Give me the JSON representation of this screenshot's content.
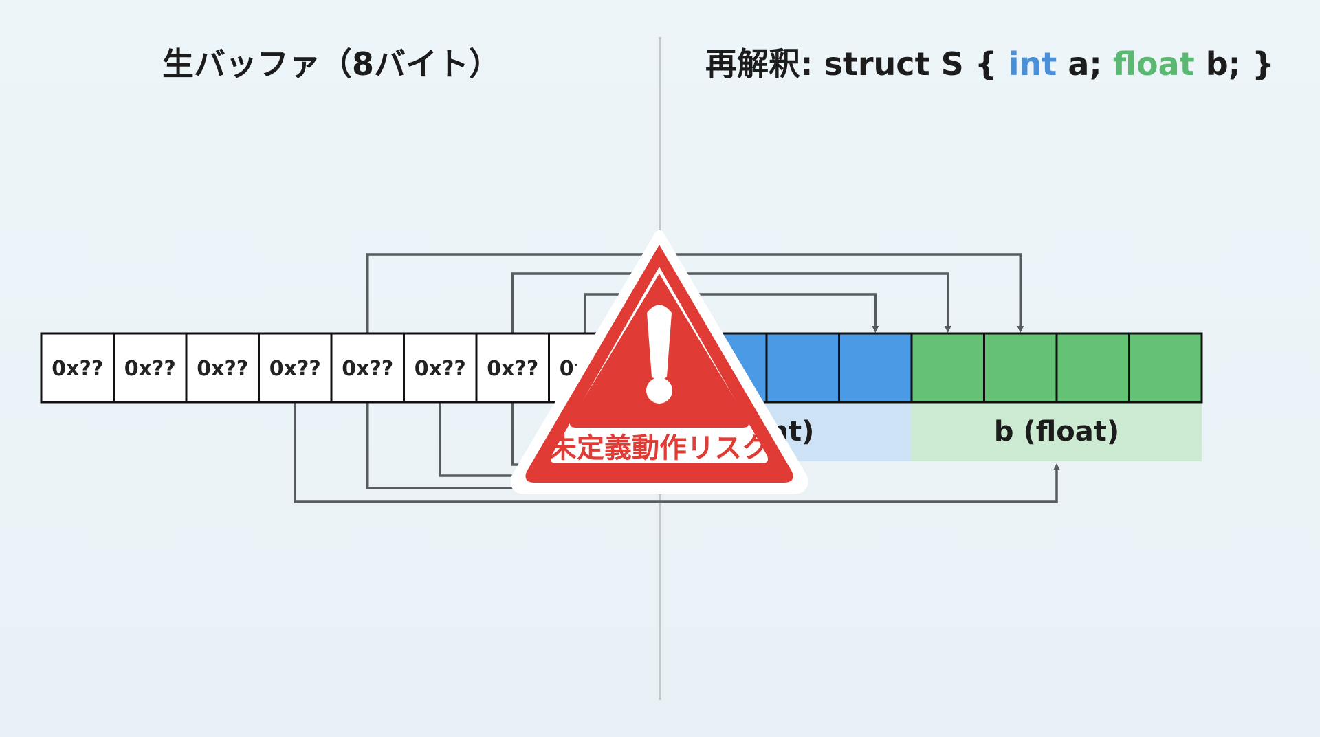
{
  "left_panel": {
    "title": "生バッファ（8バイト）",
    "cell_values": [
      "0x??",
      "0x??",
      "0x??",
      "0x??",
      "0x??",
      "0x??",
      "0x??",
      "0x??"
    ]
  },
  "right_panel": {
    "title_tokens": [
      {
        "text": "再解釈:",
        "kind": "plain"
      },
      {
        "text": "struct",
        "kind": "plain"
      },
      {
        "text": "S",
        "kind": "plain"
      },
      {
        "text": "{",
        "kind": "plain"
      },
      {
        "text": "int",
        "kind": "type-int"
      },
      {
        "text": "a;",
        "kind": "plain"
      },
      {
        "text": "float",
        "kind": "type-float"
      },
      {
        "text": "b;",
        "kind": "plain"
      },
      {
        "text": "}",
        "kind": "plain"
      }
    ],
    "fields": [
      {
        "label": "a (int)",
        "bytes": 4,
        "cell_color": "#4a9ae6",
        "label_bg": "#cde3f5"
      },
      {
        "label": "b (float)",
        "bytes": 4,
        "cell_color": "#63c274",
        "label_bg": "#cdebd2"
      }
    ]
  },
  "warning": {
    "icon": "warning-triangle-icon",
    "label": "未定義動作リスク",
    "color": "#e03c35"
  },
  "colors": {
    "connector": "#555b5e",
    "divider": "#c3c8cb",
    "cell_border": "#111111"
  }
}
